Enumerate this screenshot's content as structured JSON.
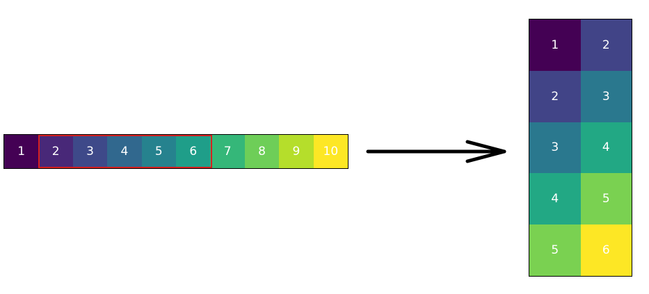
{
  "sequence": [
    {
      "label": "1",
      "color": "#440154"
    },
    {
      "label": "2",
      "color": "#482878"
    },
    {
      "label": "3",
      "color": "#3e4989"
    },
    {
      "label": "4",
      "color": "#31688e"
    },
    {
      "label": "5",
      "color": "#26828e"
    },
    {
      "label": "6",
      "color": "#1f9e89"
    },
    {
      "label": "7",
      "color": "#35b779"
    },
    {
      "label": "8",
      "color": "#6ece58"
    },
    {
      "label": "9",
      "color": "#b5de2b"
    },
    {
      "label": "10",
      "color": "#fde725"
    }
  ],
  "window_color": "#d62020",
  "arrow_color": "#000000",
  "matrix": {
    "rows": [
      [
        {
          "label": "1",
          "color": "#440154"
        },
        {
          "label": "2",
          "color": "#414487"
        }
      ],
      [
        {
          "label": "2",
          "color": "#414487"
        },
        {
          "label": "3",
          "color": "#2a788e"
        }
      ],
      [
        {
          "label": "3",
          "color": "#2a788e"
        },
        {
          "label": "4",
          "color": "#22a884"
        }
      ],
      [
        {
          "label": "4",
          "color": "#22a884"
        },
        {
          "label": "5",
          "color": "#7ad151"
        }
      ],
      [
        {
          "label": "5",
          "color": "#7ad151"
        },
        {
          "label": "6",
          "color": "#fde725"
        }
      ]
    ]
  }
}
